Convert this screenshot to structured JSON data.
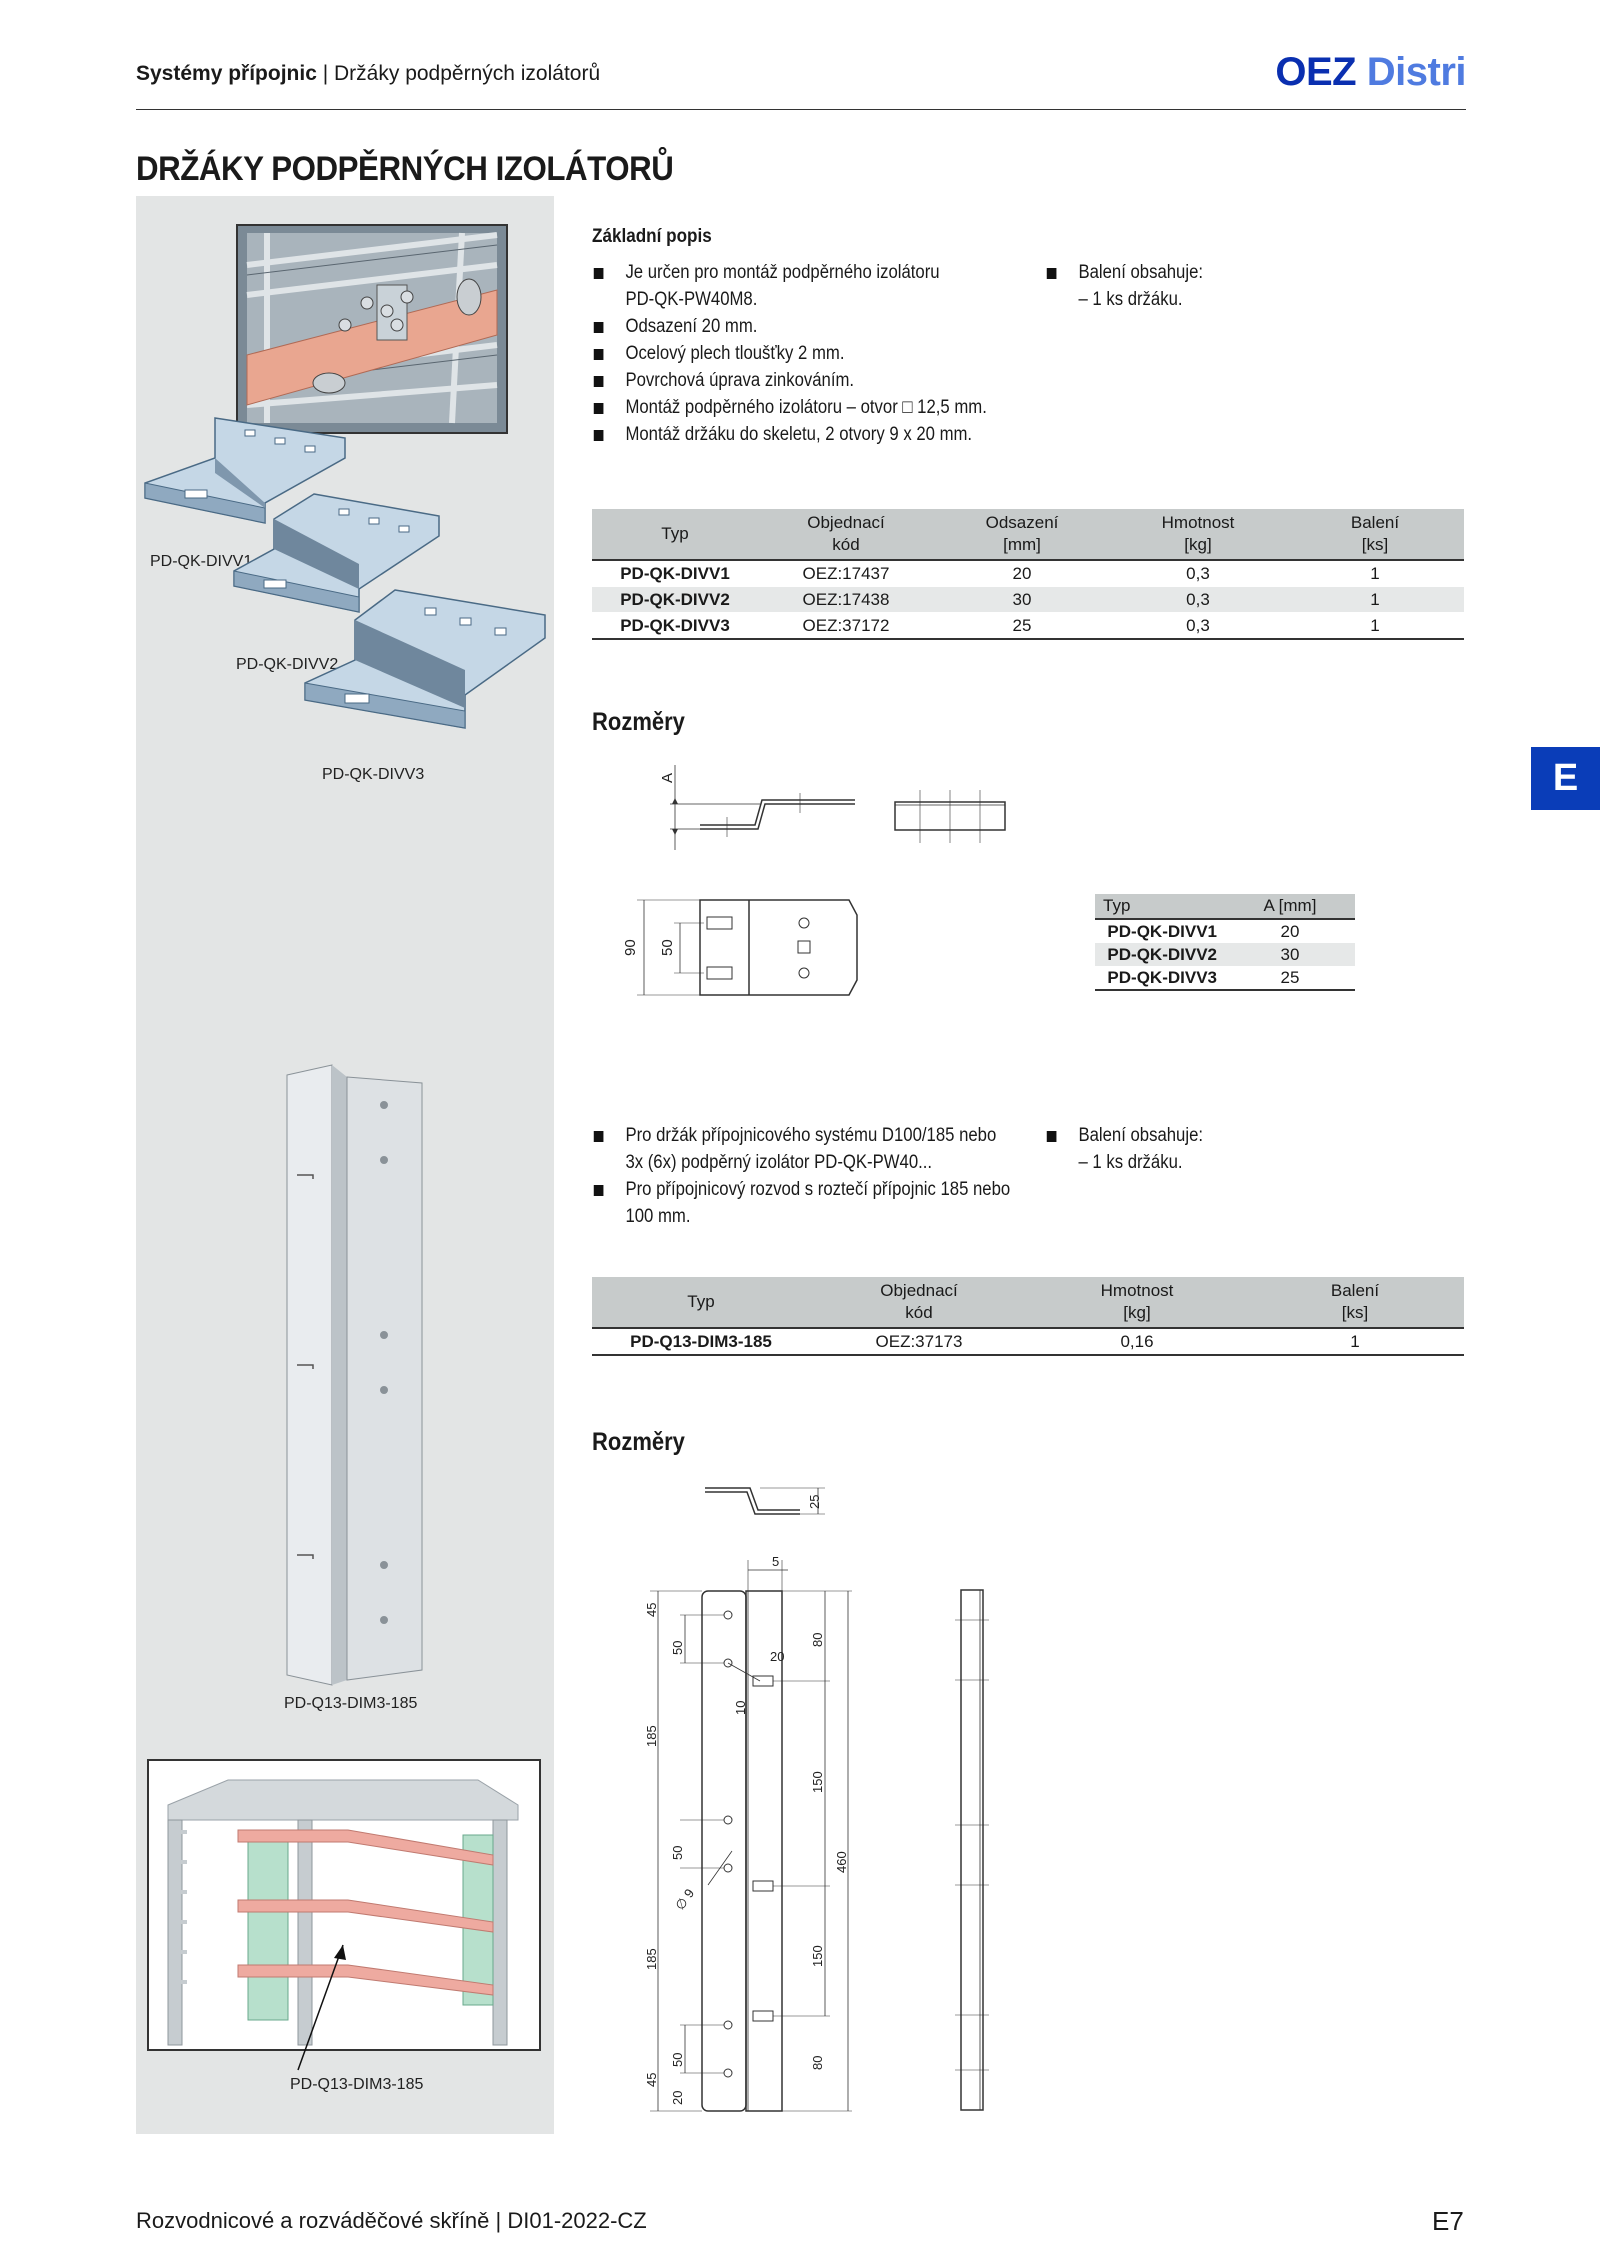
{
  "header": {
    "section_bold": "Systémy přípojnic",
    "section_rest": "Držáky podpěrných izolátorů",
    "logo_oez": "OEZ",
    "logo_distri": "Distri"
  },
  "page_title": "DRŽÁKY PODPĚRNÝCH IZOLÁTORŮ",
  "side_tab": "E",
  "images": {
    "label_v1": "PD-QK-DIVV1",
    "label_v2": "PD-QK-DIVV2",
    "label_v3": "PD-QK-DIVV3",
    "label_dim3": "PD-Q13-DIM3-185",
    "label_dim3_install": "PD-Q13-DIM3-185"
  },
  "section1": {
    "heading": "Základní popis",
    "bullets": [
      "Je určen pro montáž podpěrného izolátoru",
      "Odsazení  20 mm.",
      "Ocelový plech tloušťky 2 mm.",
      "Povrchová úprava zinkováním.",
      "Montáž podpěrného izolátoru – otvor □ 12,5 mm.",
      "Montáž držáku do skeletu, 2 otvory 9 x 20 mm."
    ],
    "bullet1_cont": "PD-QK-PW40M8.",
    "package_bullet": "Balení  obsahuje:",
    "package_sub": "– 1 ks držáku.",
    "table": {
      "headers": [
        [
          "Typ"
        ],
        [
          "Objednací",
          "kód"
        ],
        [
          "Odsazení",
          "[mm]"
        ],
        [
          "Hmotnost",
          "[kg]"
        ],
        [
          "Balení",
          "[ks]"
        ]
      ],
      "rows": [
        [
          "PD-QK-DIVV1",
          "OEZ:17437",
          "20",
          "0,3",
          "1"
        ],
        [
          "PD-QK-DIVV2",
          "OEZ:17438",
          "30",
          "0,3",
          "1"
        ],
        [
          "PD-QK-DIVV3",
          "OEZ:37172",
          "25",
          "0,3",
          "1"
        ]
      ]
    },
    "rozmery": "Rozměry",
    "dims": {
      "a": "A",
      "h90": "90",
      "h50": "50"
    },
    "small_table": {
      "headers": [
        "Typ",
        "A [mm]"
      ],
      "rows": [
        [
          "PD-QK-DIVV1",
          "20"
        ],
        [
          "PD-QK-DIVV2",
          "30"
        ],
        [
          "PD-QK-DIVV3",
          "25"
        ]
      ]
    }
  },
  "section2": {
    "bullets": [
      "Pro držák přípojnicového systému D100/185 nebo",
      "Pro přípojnicový rozvod s roztečí přípojnic 185 nebo"
    ],
    "bullet1_cont": "3x (6x) podpěrný izolátor PD-QK-PW40...",
    "bullet2_cont": "100 mm.",
    "package_bullet": "Balení obsahuje:",
    "package_sub": "– 1 ks držáku.",
    "table": {
      "headers": [
        [
          "Typ"
        ],
        [
          "Objednací",
          "kód"
        ],
        [
          "Hmotnost",
          "[kg]"
        ],
        [
          "Balení",
          "[ks]"
        ]
      ],
      "rows": [
        [
          "PD-Q13-DIM3-185",
          "OEZ:37173",
          "0,16",
          "1"
        ]
      ]
    },
    "rozmery": "Rozměry",
    "dims": {
      "d25": "25",
      "d5": "5",
      "d45a": "45",
      "d50a": "50",
      "d20a": "20",
      "d80a": "80",
      "d10": "10",
      "d185a": "185",
      "d150a": "150",
      "d50b": "50",
      "d9": "∅ 9",
      "d460": "460",
      "d185b": "185",
      "d150b": "150",
      "d80b": "80",
      "d45b": "45",
      "d50c": "50",
      "d20b": "20"
    }
  },
  "footer": {
    "left": "Rozvodnicové a rozváděčové skříně | DI01-2022-CZ",
    "page": "E7"
  }
}
